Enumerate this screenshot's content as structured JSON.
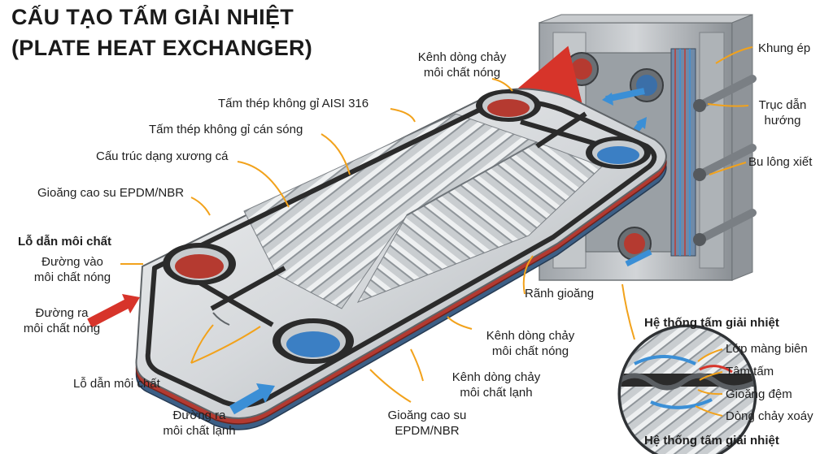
{
  "title": {
    "line1": "CẤU TẠO TẤM GIẢI NHIỆT",
    "line2": "(PLATE HEAT EXCHANGER)"
  },
  "labels": {
    "hot_channel_top_1": "Kênh dòng chảy",
    "hot_channel_top_2": "môi chất nóng",
    "steel_316": "Tấm thép không gỉ AISI 316",
    "corrugated_steel": "Tấm thép không gỉ cán sóng",
    "herringbone": "Cấu trúc dạng xương cá",
    "gasket_epdm": "Gioăng cao su EPDM/NBR",
    "ports_heading": "Lỗ dẫn môi chất",
    "hot_inlet_1": "Đường vào",
    "hot_inlet_2": "môi chất nóng",
    "hot_outlet_1": "Đường ra",
    "hot_outlet_2": "môi chất nóng",
    "ports_bottom": "Lỗ dẫn môi chất",
    "cold_outlet_1": "Đường ra",
    "cold_outlet_2": "môi chất lạnh",
    "gasket_bottom_1": "Gioăng cao su",
    "gasket_bottom_2": "EPDM/NBR",
    "cold_channel_1": "Kênh dòng chảy",
    "cold_channel_2": "môi chất lạnh",
    "hot_channel_mid_1": "Kênh dòng chảy",
    "hot_channel_mid_2": "môi chất nóng",
    "gasket_groove": "Rãnh gioăng",
    "press_frame": "Khung ép",
    "guide_rod_1": "Trục dẫn",
    "guide_rod_2": "hướng",
    "tie_bolt": "Bu lông xiết",
    "system_heading": "Hệ thống tấm giải nhiệt",
    "boundary_layer": "Lớp màng biên",
    "plate_core": "Tâm tấm",
    "gasket_pad": "Gioăng đệm",
    "vortex_flow": "Dòng chảy xoáy",
    "system_caption": "Hệ thống tấm giải nhiệt"
  },
  "colors": {
    "hot": "#d7342a",
    "cold": "#3b8fd6",
    "leader": "#f2a21b",
    "gasket": "#2b2b2b",
    "steel_light": "#e4e6e8",
    "steel_dark": "#8d9296",
    "frame": "#b7bbbf"
  },
  "icons": {
    "flow_arrow_hot": "red-arrow-icon",
    "flow_arrow_cold": "blue-arrow-icon"
  }
}
